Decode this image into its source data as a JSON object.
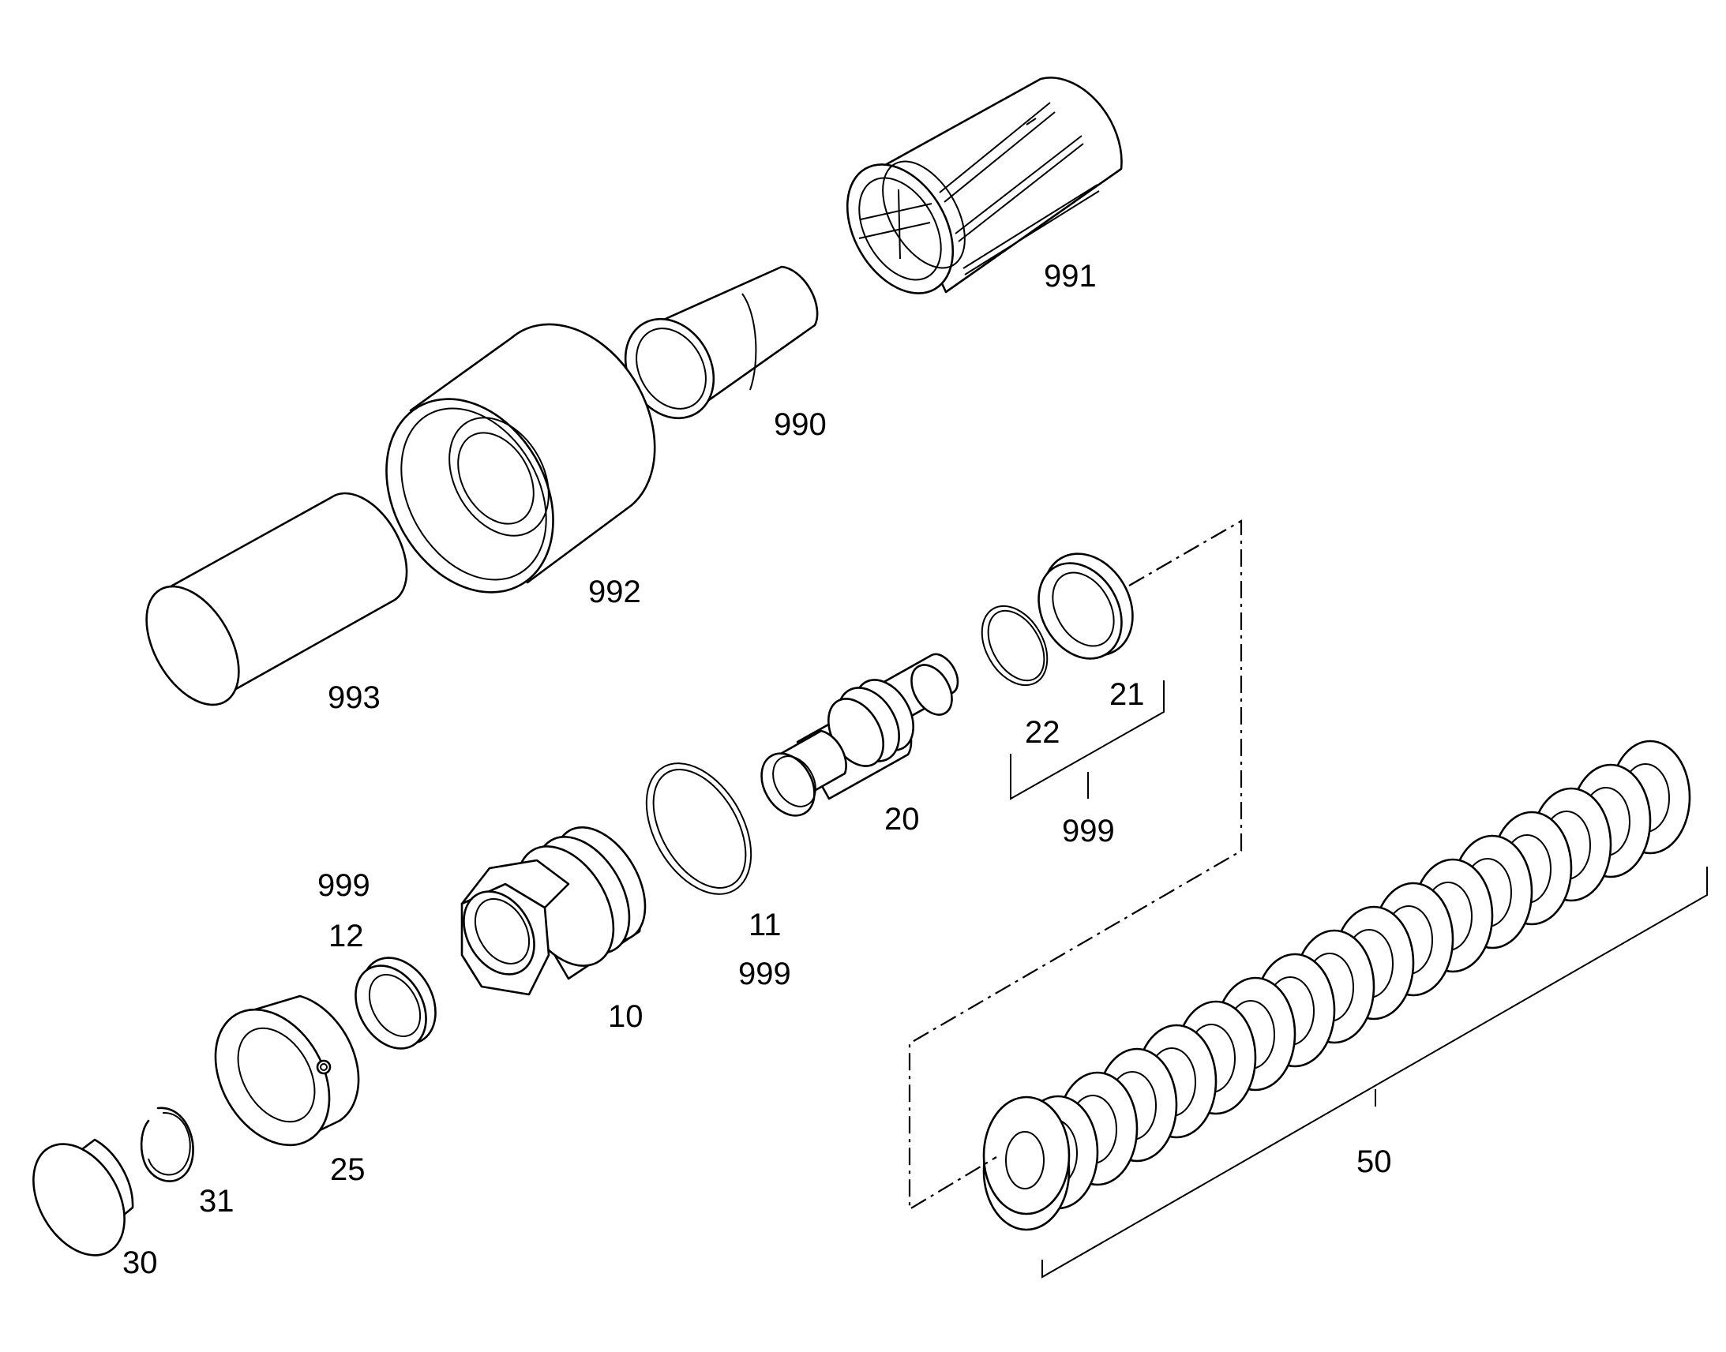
{
  "diagram": {
    "callouts": [
      {
        "id": "991",
        "text": "991"
      },
      {
        "id": "990",
        "text": "990"
      },
      {
        "id": "992",
        "text": "992"
      },
      {
        "id": "993",
        "text": "993"
      },
      {
        "id": "21",
        "text": "21"
      },
      {
        "id": "22",
        "text": "22"
      },
      {
        "id": "999a",
        "text": "999"
      },
      {
        "id": "20",
        "text": "20"
      },
      {
        "id": "999b",
        "text": "999"
      },
      {
        "id": "12",
        "text": "12"
      },
      {
        "id": "11",
        "text": "11"
      },
      {
        "id": "999c",
        "text": "999"
      },
      {
        "id": "10",
        "text": "10"
      },
      {
        "id": "25",
        "text": "25"
      },
      {
        "id": "31",
        "text": "31"
      },
      {
        "id": "30",
        "text": "30"
      },
      {
        "id": "50",
        "text": "50"
      }
    ],
    "parts": [
      {
        "id": "991",
        "shape": "slotted-collet"
      },
      {
        "id": "990",
        "shape": "tapered-sleeve"
      },
      {
        "id": "992",
        "shape": "cup-housing"
      },
      {
        "id": "993",
        "shape": "cylinder-plug"
      },
      {
        "id": "21",
        "shape": "thick-ring"
      },
      {
        "id": "22",
        "shape": "thin-ring"
      },
      {
        "id": "20",
        "shape": "valve-stem"
      },
      {
        "id": "11",
        "shape": "o-ring"
      },
      {
        "id": "10",
        "shape": "hex-fitting"
      },
      {
        "id": "12",
        "shape": "seal-ring"
      },
      {
        "id": "25",
        "shape": "collar-with-setscrew"
      },
      {
        "id": "31",
        "shape": "snap-ring"
      },
      {
        "id": "30",
        "shape": "end-cap"
      },
      {
        "id": "50",
        "shape": "disc-spring-stack"
      }
    ],
    "line_color": "#000000",
    "background": "#ffffff"
  }
}
